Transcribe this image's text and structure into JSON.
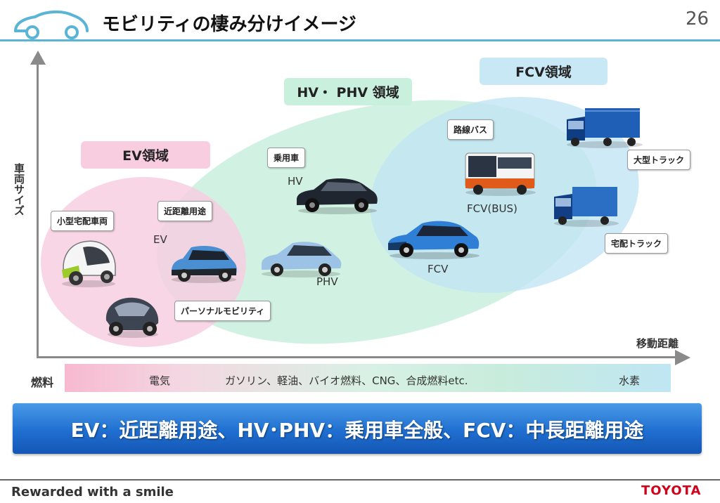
{
  "header": {
    "title": "モビリティの棲み分けイメージ",
    "page_number": "26"
  },
  "areas": {
    "ev": "EV領域",
    "hv_phv": "HV・ PHV 領域",
    "fcv": "FCV領域"
  },
  "tags": {
    "small_delivery": "小型宅配車両",
    "short_range": "近距離用途",
    "personal_mobility": "パーソナルモビリティ",
    "passenger_car": "乗用車",
    "route_bus": "路線バス",
    "large_truck": "大型トラック",
    "delivery_truck": "宅配トラック"
  },
  "captions": {
    "ev": "EV",
    "hv": "HV",
    "phv": "PHV",
    "fcv": "FCV",
    "fcv_bus": "FCV(BUS)"
  },
  "axes": {
    "y_label": "車両サイズ",
    "x_label": "移動距離"
  },
  "fuel": {
    "label": "燃料",
    "electric": "電気",
    "fossil": "ガソリン、軽油、バイオ燃料、CNG、合成燃料etc.",
    "hydrogen": "水素"
  },
  "banner": {
    "text": "EV：近距離用途、HV･PHV：乗用車全般、FCV：中長距離用途"
  },
  "footer": {
    "slogan": "Rewarded with a smile",
    "brand": "TOYOTA"
  },
  "colors": {
    "accent_line": "#5ab4d6",
    "ev_area": "#f7cfe0",
    "hv_area": "#c5efdc",
    "fcv_area": "#bfe3f4",
    "banner": "#1f6fd1",
    "brand_red": "#d0021b"
  },
  "icons": [
    "car-logo-icon",
    "micro-ev-icon",
    "personal-mobility-icon",
    "compact-ev-icon",
    "sedan-hv-icon",
    "hatchback-phv-icon",
    "fcv-sedan-icon",
    "bus-icon",
    "large-truck-icon",
    "delivery-truck-icon"
  ]
}
